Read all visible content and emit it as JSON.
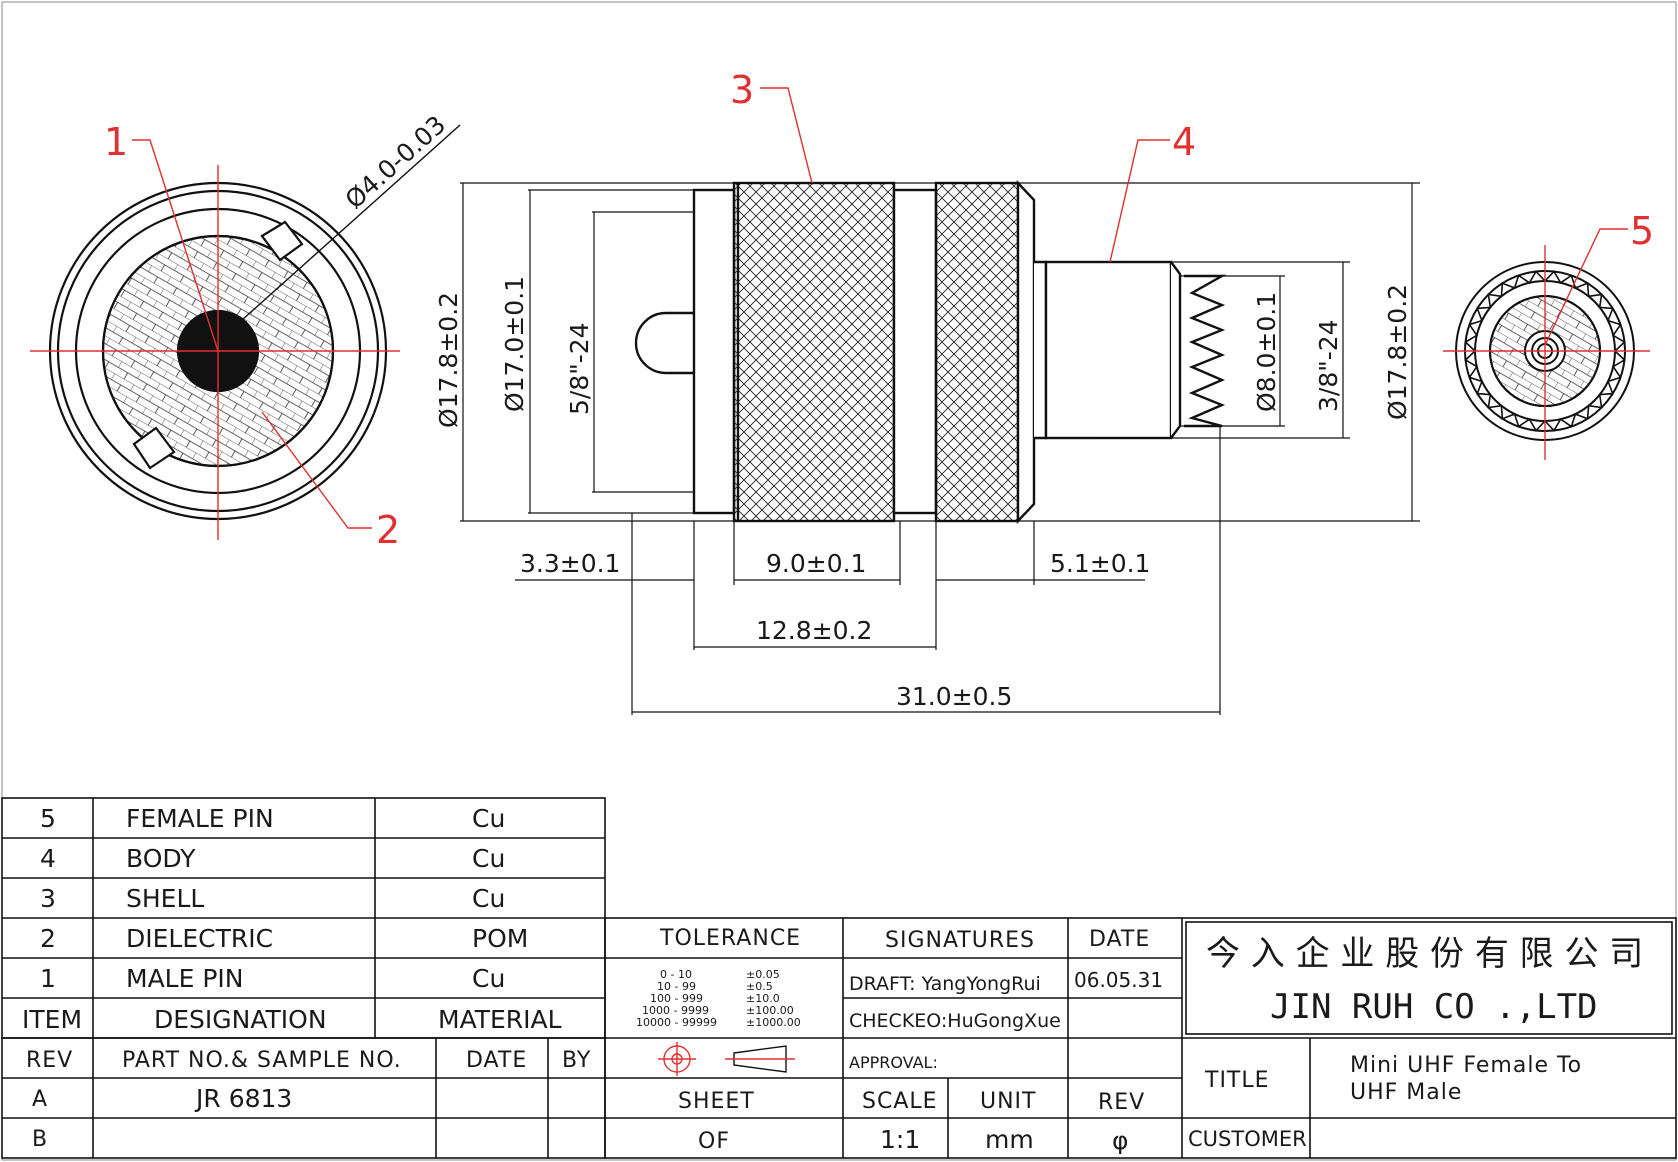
{
  "drawing": {
    "callouts": [
      "1",
      "2",
      "3",
      "4",
      "5"
    ],
    "dims": {
      "pin_dia": "Ø4.0-0.03",
      "left_od": "Ø17.8±0.2",
      "od2": "Ø17.0±0.1",
      "thread_left": "5/8\"-24",
      "thread_right": "3/8\"-24",
      "pin_od": "Ø8.0±0.1",
      "right_od": "Ø17.8±0.2",
      "d_3_3": "3.3±0.1",
      "d_9_0": "9.0±0.1",
      "d_5_1": "5.1±0.1",
      "d_12_8": "12.8±0.2",
      "d_31_0": "31.0±0.5"
    }
  },
  "bom": {
    "rows": [
      {
        "item": "5",
        "designation": "FEMALE PIN",
        "material": "Cu"
      },
      {
        "item": "4",
        "designation": "BODY",
        "material": "Cu"
      },
      {
        "item": "3",
        "designation": "SHELL",
        "material": "Cu"
      },
      {
        "item": "2",
        "designation": "DIELECTRIC",
        "material": "POM"
      },
      {
        "item": "1",
        "designation": "MALE PIN",
        "material": "Cu"
      }
    ],
    "header": {
      "item": "ITEM",
      "designation": "DESIGNATION",
      "material": "MATERIAL"
    }
  },
  "revisions": {
    "header": {
      "rev": "REV",
      "part": "PART NO.& SAMPLE NO.",
      "date": "DATE",
      "by": "BY"
    },
    "rows": [
      {
        "rev": "A",
        "part": "JR 6813",
        "date": "",
        "by": ""
      },
      {
        "rev": "B",
        "part": "",
        "date": "",
        "by": ""
      }
    ]
  },
  "titleblock": {
    "tolerance_label": "TOLERANCE",
    "tolerance_rows": [
      {
        "range": "0 - 10",
        "tol": "±0.05"
      },
      {
        "range": "10 - 99",
        "tol": "±0.5"
      },
      {
        "range": "100 - 999",
        "tol": "±10.0"
      },
      {
        "range": "1000 - 9999",
        "tol": "±100.00"
      },
      {
        "range": "10000 - 99999",
        "tol": "±1000.00"
      }
    ],
    "signatures_label": "SIGNATURES",
    "date_label": "DATE",
    "draft": "DRAFT: YangYongRui",
    "draft_date": "06.05.31",
    "checked": "CHECKEO:HuGongXue",
    "approval": "APPROVAL:",
    "sheet_label": "SHEET",
    "of_label": "OF",
    "scale_label": "SCALE",
    "scale_value": "1:1",
    "unit_label": "UNIT",
    "unit_value": "mm",
    "rev_label": "REV",
    "rev_value": "φ",
    "company_cn": "今 入 企 业 股 份 有 限 公 司",
    "company_en": "JIN  RUH  CO .,LTD",
    "title_label": "TITLE",
    "title_line1": "Mini  UHF  Female  To",
    "title_line2": "UHF  Male",
    "customer_label": "CUSTOMER"
  }
}
